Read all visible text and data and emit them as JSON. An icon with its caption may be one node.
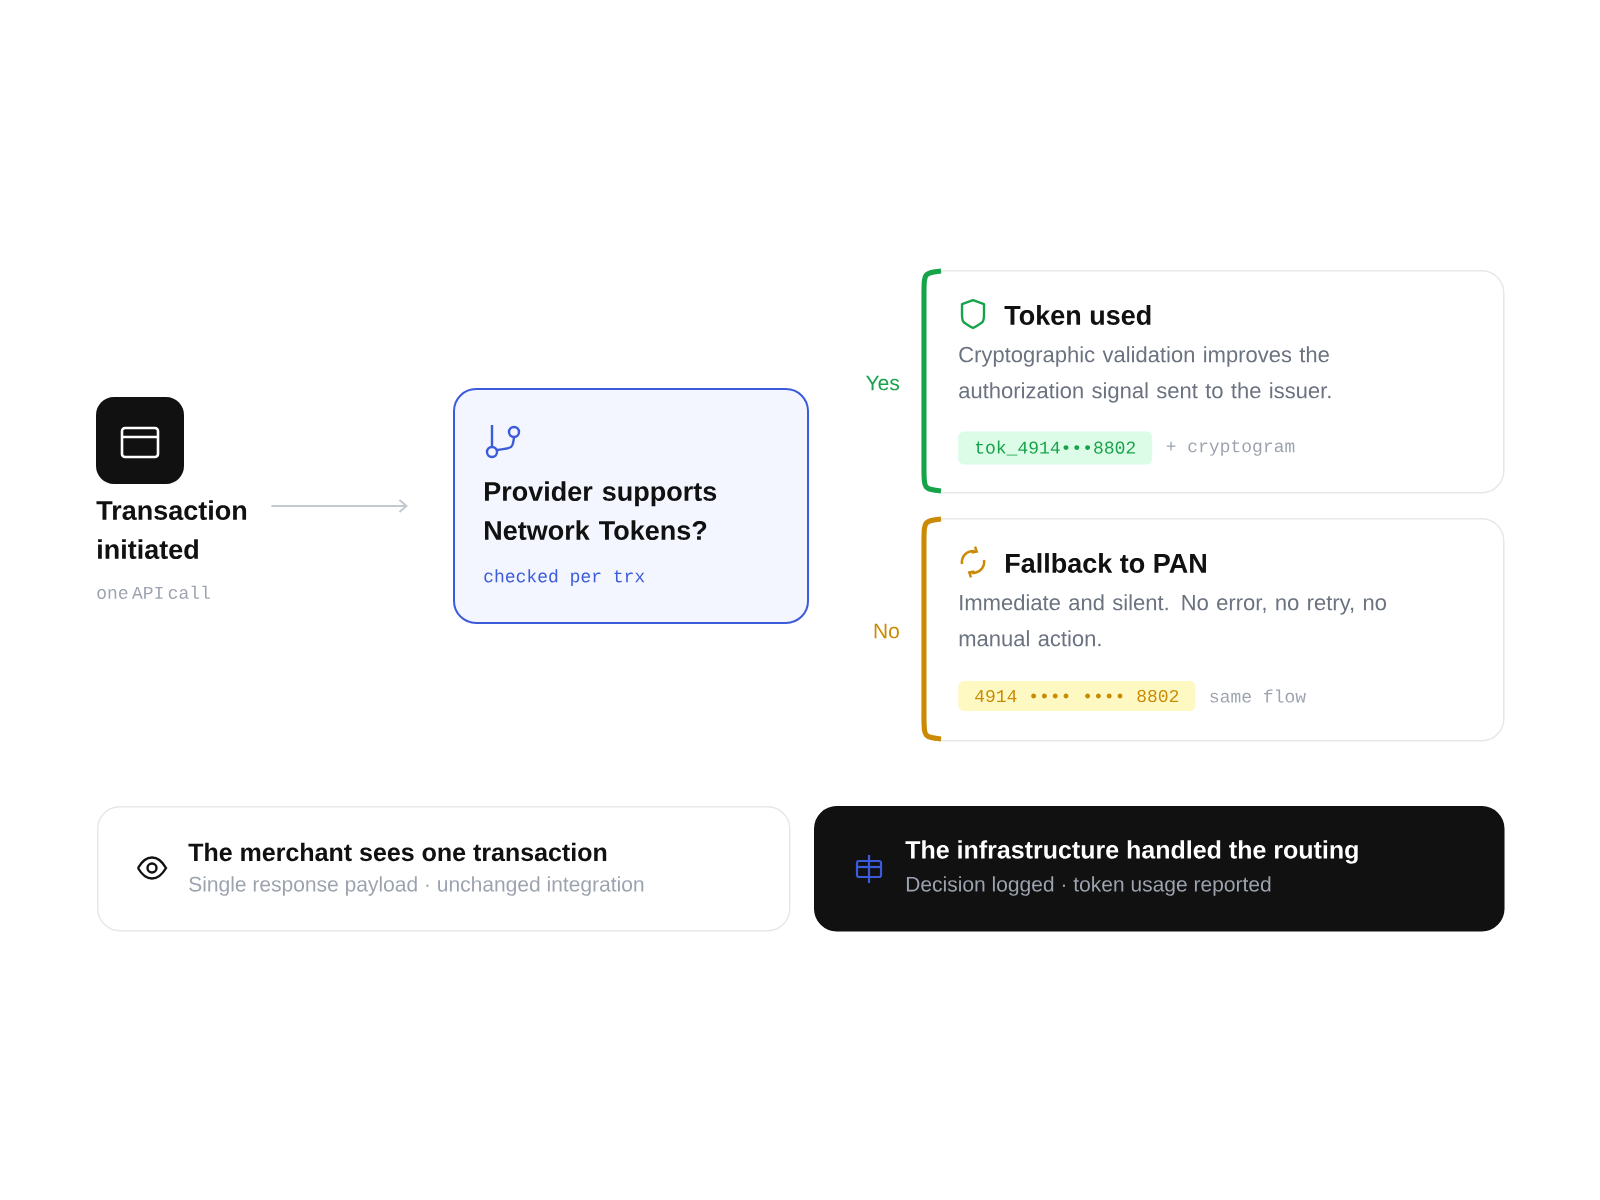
{
  "diagram": {
    "nodes": [
      {
        "text": [
          "Transaction initiated",
          "one API call"
        ]
      },
      {
        "text": [
          "Provider supports Network Tokens?",
          "checked per trx"
        ]
      },
      {
        "text": [
          "Token used",
          "Cryptographic validation improves the authorization signal sent to the issuer."
        ]
      },
      {
        "text": [
          "tok_4914•••8802"
        ],
        "in": 2,
        "beside": [
          "+ cryptogram"
        ]
      },
      {
        "text": [
          "Fallback to PAN",
          "Immediate and silent. No error, no retry, no manual action."
        ]
      },
      {
        "text": [
          "4914 •••• •••• 8802"
        ],
        "in": 4,
        "beside": [
          "same flow"
        ]
      },
      {
        "text": [
          "The merchant sees one transaction",
          "Single response payload · unchanged integration"
        ]
      },
      {
        "text": [
          "The infrastructure handled the routing",
          "Decision logged · token usage reported"
        ]
      }
    ],
    "edges": [
      {
        "from": 0,
        "to": 1,
        "arrow": "to"
      }
    ],
    "labels": [
      "Yes",
      "No"
    ]
  }
}
